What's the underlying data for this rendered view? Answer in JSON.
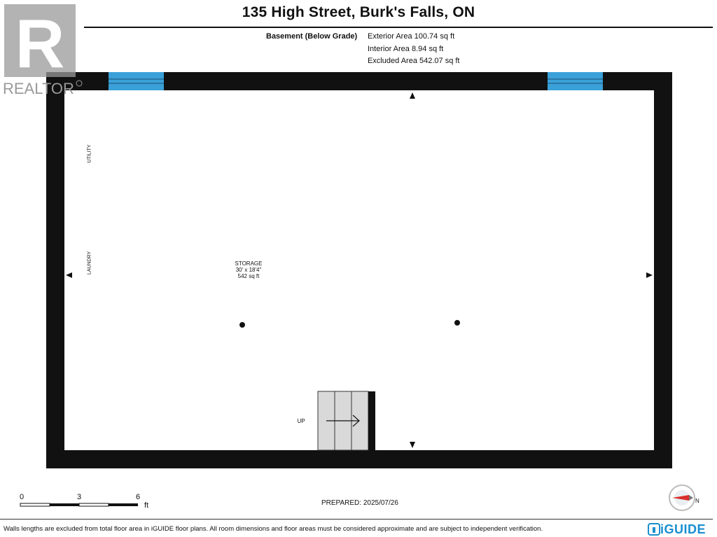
{
  "header": {
    "title": "135 High Street, Burk's Falls, ON"
  },
  "areas": {
    "level": "Basement (Below Grade)",
    "exterior": "Exterior Area 100.74 sq ft",
    "interior": "Interior Area 8.94 sq ft",
    "excluded": "Excluded Area 542.07 sq ft"
  },
  "watermark": {
    "brand": "REALTOR"
  },
  "rooms": {
    "storage_name": "STORAGE",
    "storage_dims": "30' x 18'4\"",
    "storage_area": "542 sq ft",
    "utility": "UTILITY",
    "laundry": "LAUNDRY",
    "stairs_label": "UP"
  },
  "scale": {
    "t0": "0",
    "t1": "3",
    "t2": "6",
    "unit": "ft"
  },
  "footer": {
    "prepared": "PREPARED: 2025/07/26",
    "disclaimer": "Walls lengths are excluded from total floor area in iGUIDE floor plans. All room dimensions and floor areas must be considered approximate and are subject to independent verification.",
    "brand": "iGUIDE",
    "compass_label": "N"
  },
  "colors": {
    "wall": "#111111",
    "window": "#3aa0d8",
    "stairs": "#d9d9d9",
    "brand_blue": "#1a8fd0",
    "compass_red": "#d9302c"
  }
}
